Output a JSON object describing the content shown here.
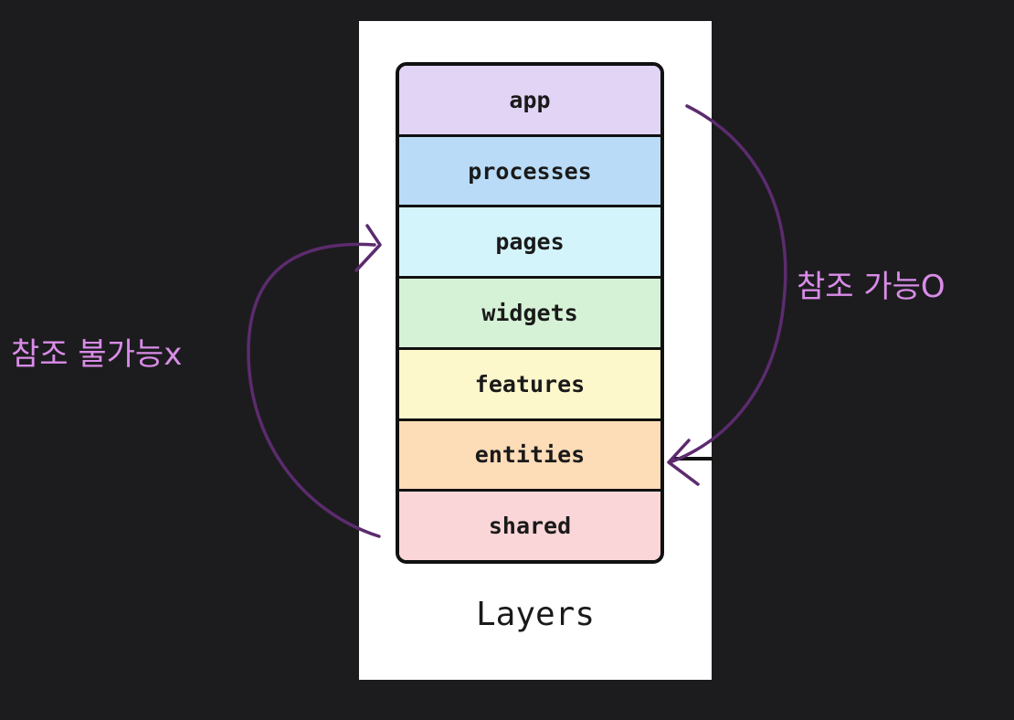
{
  "diagram": {
    "layers": [
      {
        "label": "app",
        "color": "#e2d4f5"
      },
      {
        "label": "processes",
        "color": "#b9dbf7"
      },
      {
        "label": "pages",
        "color": "#d4f4fc"
      },
      {
        "label": "widgets",
        "color": "#d5f1d6"
      },
      {
        "label": "features",
        "color": "#fdf7cc"
      },
      {
        "label": "entities",
        "color": "#fddcb8"
      },
      {
        "label": "shared",
        "color": "#fbd6d8"
      }
    ],
    "caption": "Layers"
  },
  "annotations": {
    "allowed_label": "참조 가능O",
    "not_allowed_label": "참조 불가능x",
    "text_color": "#d98ce8",
    "arrow_color": "#5c2b6e"
  }
}
